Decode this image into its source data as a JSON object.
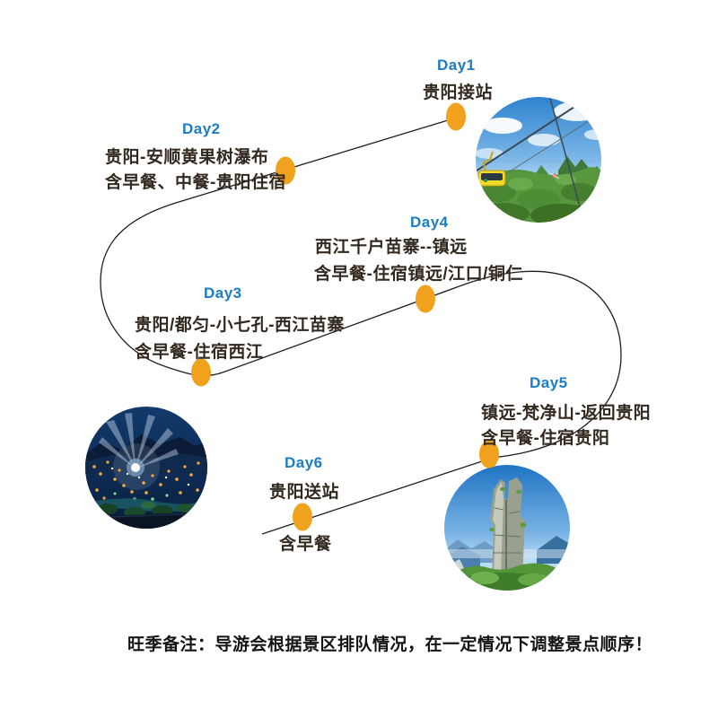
{
  "days": [
    {
      "id": "day1",
      "label": "Day1",
      "lines": [
        "贵阳接站"
      ]
    },
    {
      "id": "day2",
      "label": "Day2",
      "lines": [
        "贵阳-安顺黄果树瀑布",
        "含早餐、中餐-贵阳住宿"
      ]
    },
    {
      "id": "day3",
      "label": "Day3",
      "lines": [
        "贵阳/都匀-小七孔-西江苗寨",
        "含早餐-住宿西江"
      ]
    },
    {
      "id": "day4",
      "label": "Day4",
      "lines": [
        "西江千户苗寨--镇远",
        "含早餐-住宿镇远/江口/铜仁"
      ]
    },
    {
      "id": "day5",
      "label": "Day5",
      "lines": [
        "镇远-梵净山-返回贵阳",
        "含早餐-住宿贵阳"
      ]
    },
    {
      "id": "day6",
      "label": "Day6",
      "lines": [
        "贵阳送站"
      ],
      "below_marker": "含早餐"
    }
  ],
  "note": "旺季备注：导游会根据景区排队情况，在一定情况下调整景点顺序！",
  "colors": {
    "day_label": "#1b7cc4",
    "body_text": "#33291f",
    "note_text": "#141414",
    "marker": "#f0a11d",
    "route_line": "#1f1f1f"
  },
  "photos": [
    {
      "name": "cable-car-over-green-mountains"
    },
    {
      "name": "miao-village-night-lights"
    },
    {
      "name": "fanjingshan-rock-pillar"
    }
  ]
}
